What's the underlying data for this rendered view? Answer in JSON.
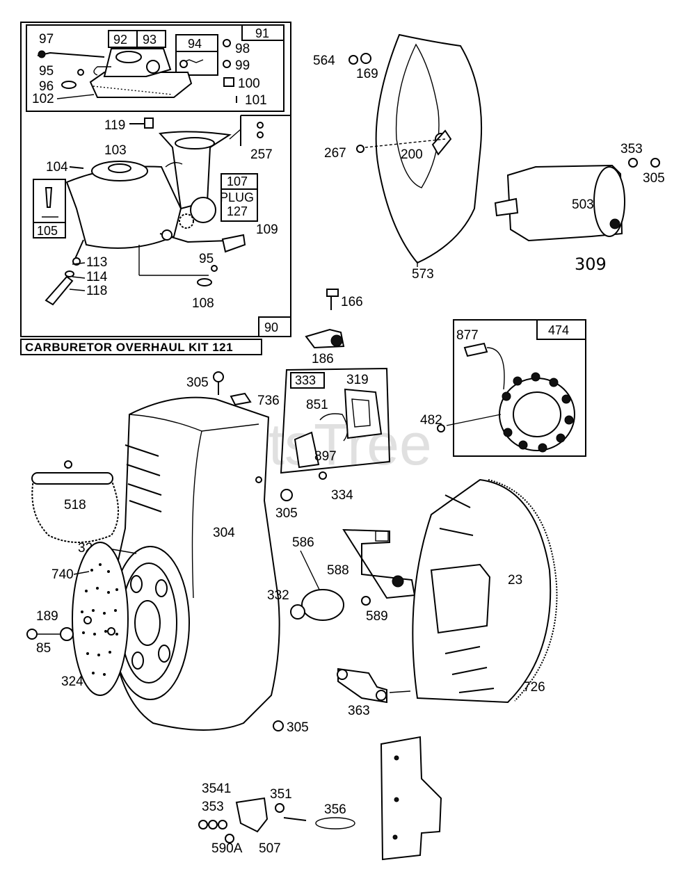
{
  "watermark": "PartsTree",
  "carb_kit_label": "CARBURETOR OVERHAUL KIT 121",
  "boxes": {
    "b90": "90",
    "b91": "91",
    "b92": "92",
    "b93": "93",
    "b94": "94",
    "b105": "105",
    "b107": "107",
    "b333": "333",
    "b474": "474"
  },
  "plug_label": "PLUG",
  "handwritten_309": "309",
  "labels": {
    "p97": "97",
    "p95a": "95",
    "p96": "96",
    "p102": "102",
    "p98": "98",
    "p99": "99",
    "p100": "100",
    "p101": "101",
    "p119": "119",
    "p257": "257",
    "p103": "103",
    "p104": "104",
    "p127": "127",
    "p109": "109",
    "p113": "113",
    "p114": "114",
    "p118": "118",
    "p95b": "95",
    "p108": "108",
    "p564": "564",
    "p169": "169",
    "p267": "267",
    "p200": "200",
    "p573": "573",
    "p353a": "353",
    "p305a": "305",
    "p503": "503",
    "p166": "166",
    "p186": "186",
    "p877": "877",
    "p482": "482",
    "p305b": "305",
    "p736": "736",
    "p319": "319",
    "p851": "851",
    "p897": "897",
    "p334": "334",
    "p518": "518",
    "p305c": "305",
    "p304": "304",
    "p321": "321",
    "p740": "740",
    "p189": "189",
    "p85": "85",
    "p324": "324",
    "p586": "586",
    "p588": "588",
    "p332": "332",
    "p589": "589",
    "p23": "23",
    "p726": "726",
    "p363": "363",
    "p305d": "305",
    "p3541": "3541",
    "p353b": "353",
    "p351": "351",
    "p356": "356",
    "p590a": "590A",
    "p507": "507"
  }
}
